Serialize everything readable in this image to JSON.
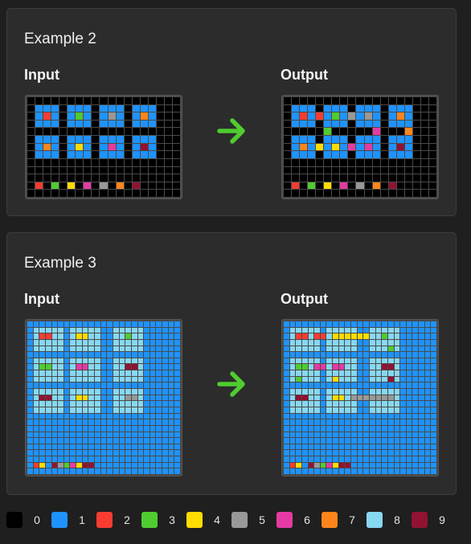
{
  "palette": [
    "#000000",
    "#1E93FF",
    "#F93C31",
    "#4FCC30",
    "#FFDC00",
    "#999999",
    "#E53AA3",
    "#FF851B",
    "#87D8F1",
    "#921231"
  ],
  "examples": [
    {
      "title": "Example 2",
      "input_label": "Input",
      "output_label": "Output",
      "input_grid": [
        "0000000000000000000",
        "0111011101110111000",
        "0121013101510171000",
        "0111011101110111000",
        "0000000000000000000",
        "0111011101110111000",
        "0171014101610191000",
        "0111011101110111000",
        "0000000000000000000",
        "0000000000000000000",
        "0000000000000000000",
        "0203040605070900000",
        "0000000000000000000"
      ],
      "output_grid": [
        "0000000000000000000",
        "0111011101110111000",
        "0121213151510171000",
        "0111011101110111000",
        "0000030000060007000",
        "0111011101110111000",
        "0171414161610191000",
        "0111011101110111000",
        "0000000000000000000",
        "0000000000000000000",
        "0000000000000000000",
        "0203040605070900000",
        "0000000000000000000"
      ]
    },
    {
      "title": "Example 3",
      "input_label": "Input",
      "output_label": "Output",
      "input_grid": [
        "1111111111111111111111111",
        "1888881888881188888111111",
        "1822881844881188388111111",
        "1888881888881188888111111",
        "1888881888881188888111111",
        "1111111111111111111111111",
        "1888881888881188888111111",
        "1833881866881188998111111",
        "1888881888881188888111111",
        "1888881888881188888111111",
        "1111111111111111111111111",
        "1888881888881188888111111",
        "1899881844881188558111111",
        "1888881888881188888111111",
        "1888881888881188888111111",
        "1111111111111111111111111",
        "1111111111111111111111111",
        "1111111111111111111111111",
        "1111111111111111111111111",
        "1111111111111111111111111",
        "1111111111111111111111111",
        "1111111111111111111111111",
        "1111111111111111111111111",
        "1241953649911111111111111",
        "1111111111111111111111111"
      ],
      "output_grid": [
        "1111111111111111111111111",
        "1888881888881188888111111",
        "1822822844444488388111111",
        "1888881888881188888111111",
        "1888881888881188838111111",
        "1111111111111111111111111",
        "1888881888881188888111111",
        "1833866866881188998111111",
        "1888881888881188888111111",
        "1838881848881188898111111",
        "1111111111111111111111111",
        "1888881888881188888111111",
        "1899881844855555558111111",
        "1888881888881188888111111",
        "1888881888881188888111111",
        "1111111111111111111111111",
        "1111111111111111111111111",
        "1111111111111111111111111",
        "1111111111111111111111111",
        "1111111111111111111111111",
        "1111111111111111111111111",
        "1111111111111111111111111",
        "1111111111111111111111111",
        "1241953649911111111111111",
        "1111111111111111111111111"
      ]
    }
  ],
  "legend": [
    {
      "value": "0",
      "color": "#000000"
    },
    {
      "value": "1",
      "color": "#1E93FF"
    },
    {
      "value": "2",
      "color": "#F93C31"
    },
    {
      "value": "3",
      "color": "#4FCC30"
    },
    {
      "value": "4",
      "color": "#FFDC00"
    },
    {
      "value": "5",
      "color": "#999999"
    },
    {
      "value": "6",
      "color": "#E53AA3"
    },
    {
      "value": "7",
      "color": "#FF851B"
    },
    {
      "value": "8",
      "color": "#87D8F1"
    },
    {
      "value": "9",
      "color": "#921231"
    }
  ],
  "arrow_color": "#4FCC30"
}
